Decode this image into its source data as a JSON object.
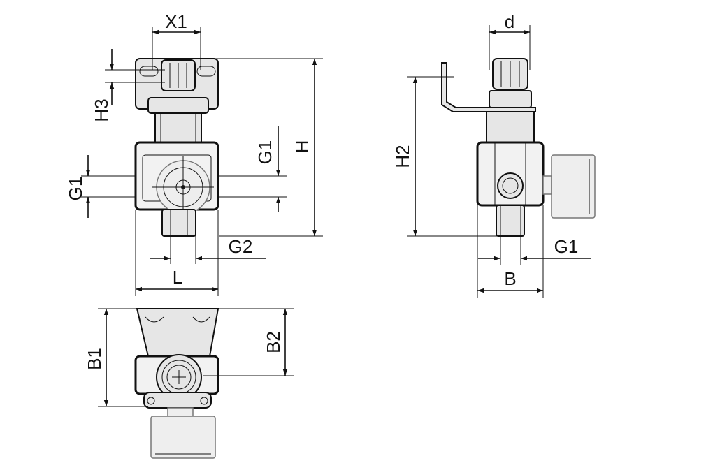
{
  "labels": {
    "x1": "X1",
    "h3": "H3",
    "g1_front_right": "G1",
    "h": "H",
    "g1_front_left": "G1",
    "g2": "G2",
    "l": "L",
    "d": "d",
    "h2": "H2",
    "g1_side": "G1",
    "b": "B",
    "b1": "B1",
    "b2": "B2"
  }
}
